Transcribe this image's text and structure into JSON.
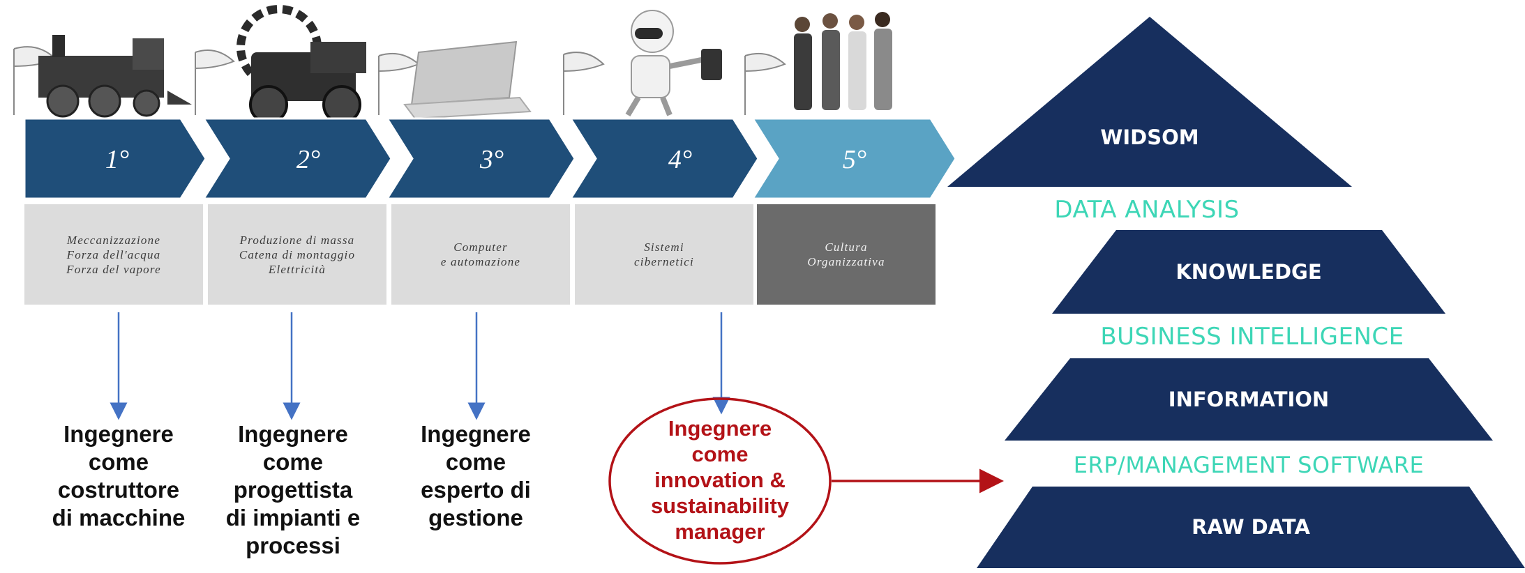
{
  "timeline": {
    "stages": [
      {
        "number": "1°",
        "caption": "Meccanizzazione\nForza dell'acqua\nForza del vapore",
        "icon": "steam-locomotive-icon"
      },
      {
        "number": "2°",
        "caption": "Produzione di massa\nCatena di montaggio\nElettricità",
        "icon": "vintage-car-gear-icon"
      },
      {
        "number": "3°",
        "caption": "Computer\ne automazione",
        "icon": "laptop-icon"
      },
      {
        "number": "4°",
        "caption": "Sistemi\ncibernetici",
        "icon": "robot-icon"
      },
      {
        "number": "5°",
        "caption": "Cultura\nOrganizzativa",
        "icon": "business-people-icon"
      }
    ],
    "colors": {
      "dark_arrow": "#1f4e79",
      "light_arrow": "#5aa3c4",
      "caption_box": "#dcdcdc",
      "caption_box_dark": "#6b6b6b"
    }
  },
  "roles": [
    "Ingegnere\ncome\ncostruttore\ndi macchine",
    "Ingegnere\ncome\nprogettista\ndi impianti e\nprocessi",
    "Ingegnere\ncome\nesperto di\ngestione",
    "Ingegnere\ncome\ninnovation &\nsustainability\nmanager"
  ],
  "pyramid": {
    "levels": [
      "WIDSOM",
      "KNOWLEDGE",
      "INFORMATION",
      "RAW DATA"
    ],
    "bands": [
      "DATA ANALYSIS",
      "BUSINESS INTELLIGENCE",
      "ERP/MANAGEMENT SOFTWARE"
    ],
    "colors": {
      "level": "#172f5e",
      "band_text": "#3dd6b6"
    }
  },
  "colors": {
    "connector": "#4472c4",
    "highlight": "#b31217"
  }
}
